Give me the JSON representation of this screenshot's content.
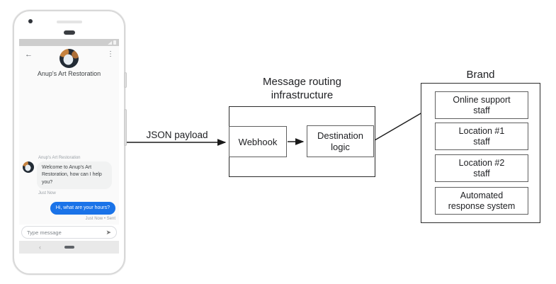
{
  "phone": {
    "header": {
      "title": "Anup's Art Restoration"
    },
    "conversation": {
      "sender_label": "Anup's Art Restoration",
      "incoming_message": "Welcome to Anup's Art Restoration, how can I help you?",
      "incoming_timestamp": "Just Now",
      "outgoing_message": "Hi, what are your hours?",
      "outgoing_status": "Just Now • Sent"
    },
    "composer": {
      "placeholder": "Type message"
    }
  },
  "icons": {
    "back": "←",
    "menu": "⋮",
    "send": "➤",
    "nav_back": "‹"
  },
  "diagram": {
    "json_payload_label": "JSON payload",
    "routing": {
      "title": "Message routing\ninfrastructure",
      "webhook": "Webhook",
      "destination": "Destination\nlogic"
    },
    "brand": {
      "title": "Brand",
      "boxes": [
        "Online support\nstaff",
        "Location #1\nstaff",
        "Location #2\nstaff",
        "Automated\nresponse system"
      ]
    }
  },
  "colors": {
    "outgoing_bubble": "#1a73e8",
    "incoming_bubble": "#f1f2f2",
    "arrow": "#1a1a1a"
  }
}
